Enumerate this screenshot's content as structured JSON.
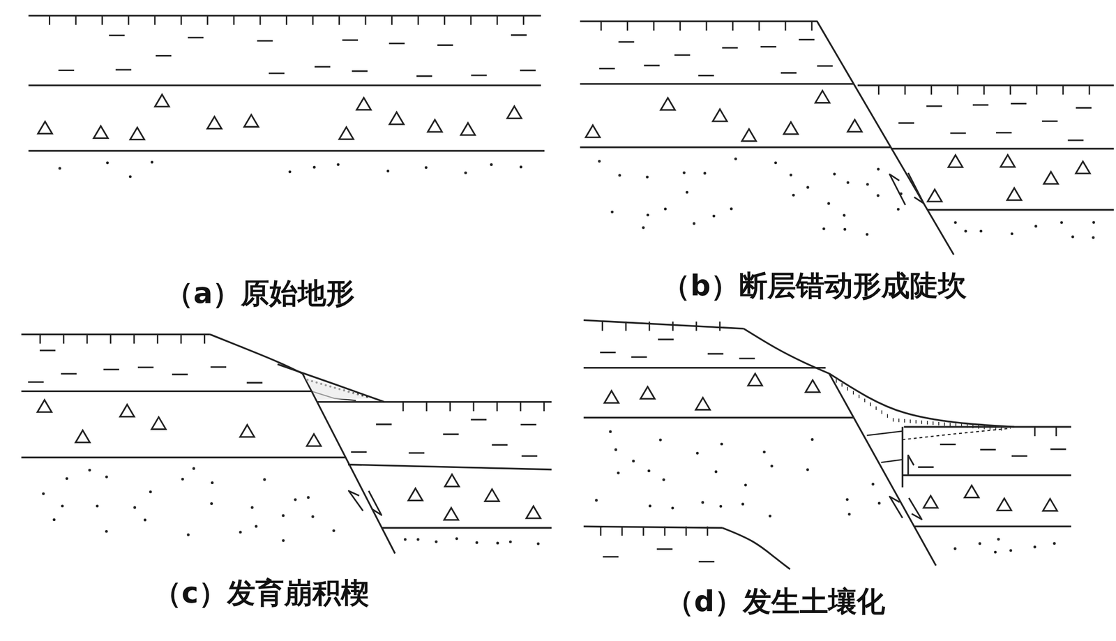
{
  "diagram": {
    "labels": [
      "（a）原始地形",
      "（b）断层错动形成陡坎",
      "（c）发育崩积楔",
      "（d）发生土壤化"
    ]
  }
}
